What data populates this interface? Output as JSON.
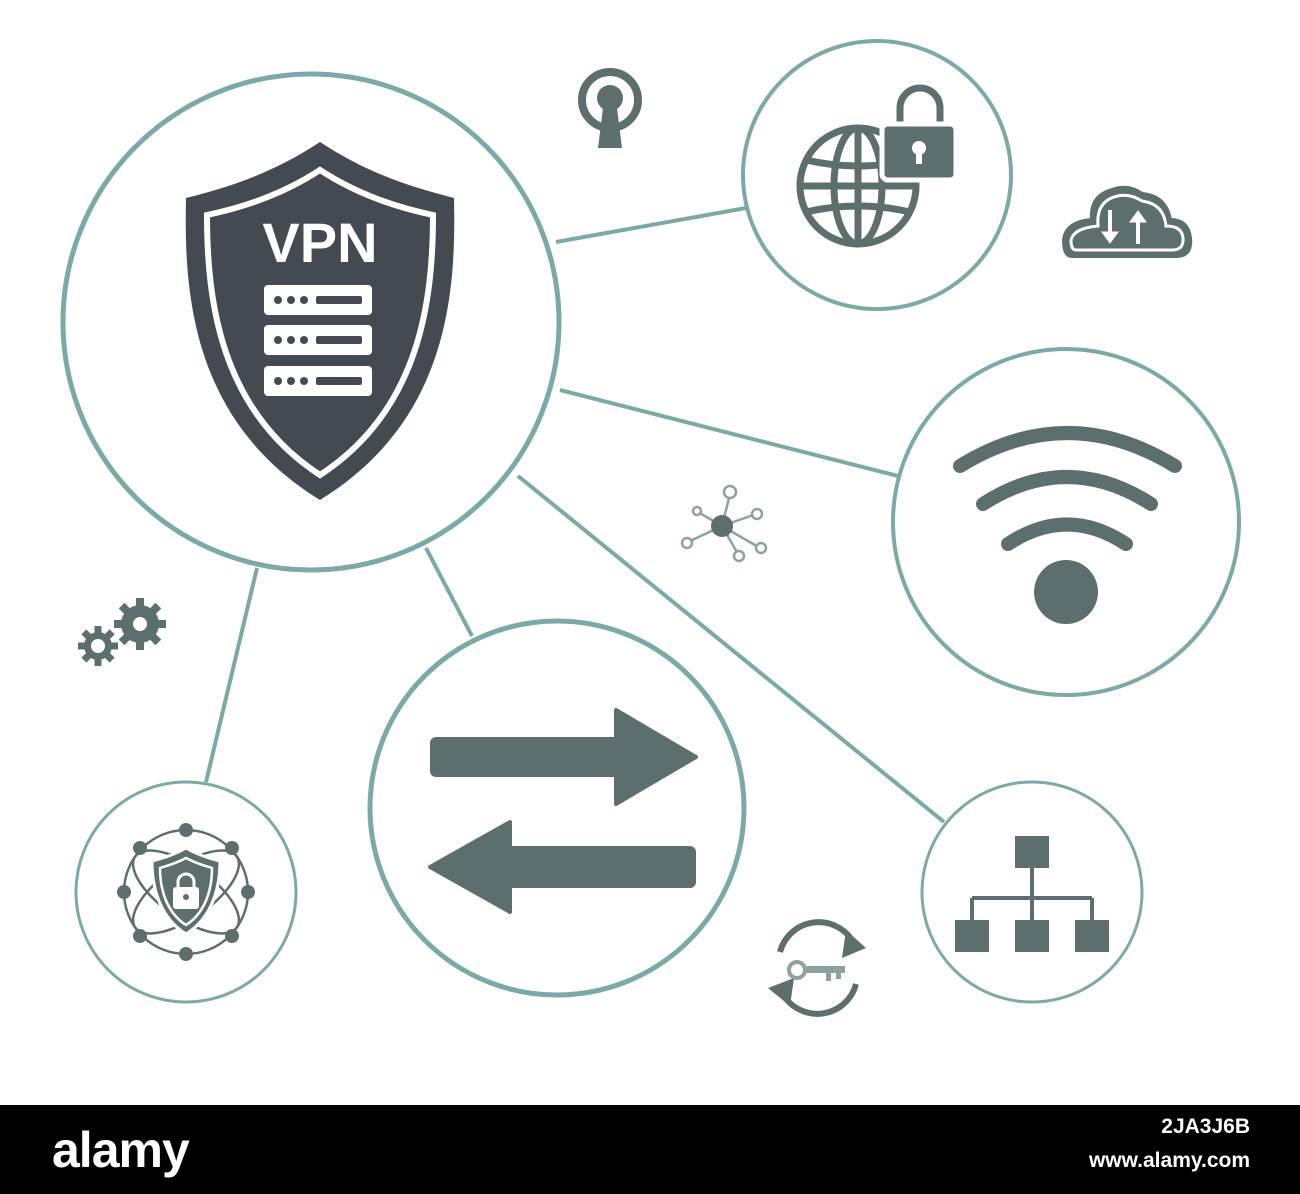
{
  "diagram": {
    "center_label": "VPN",
    "colors": {
      "ring": "#7aa9a8",
      "icon_dark": "#434a52",
      "icon_teal": "#5c6f6e",
      "background": "#ffffff"
    },
    "nodes": [
      {
        "icon": "vpn-shield-server-icon"
      },
      {
        "icon": "globe-padlock-icon"
      },
      {
        "icon": "wifi-icon"
      },
      {
        "icon": "exchange-arrows-icon"
      },
      {
        "icon": "hierarchy-network-icon"
      },
      {
        "icon": "shield-globe-network-icon"
      }
    ],
    "decorations": [
      "broadcast-tower-icon",
      "cloud-sync-icon",
      "network-hub-icon",
      "gears-icon",
      "key-rotation-icon"
    ]
  },
  "watermark": {
    "brand": "alamy",
    "image_id": "2JA3J6B",
    "site": "www.alamy.com"
  }
}
